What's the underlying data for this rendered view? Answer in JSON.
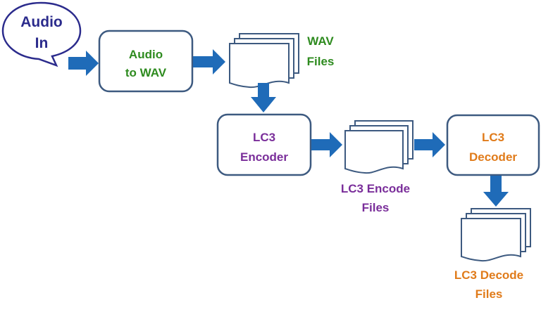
{
  "diagram": {
    "type": "flowchart",
    "colors": {
      "arrow": "#1f6bb8",
      "border": "#3d5a80",
      "bubble_border": "#2b2b8c",
      "audio_in_text": "#2b2b8c",
      "wav_text": "#2e8b1f",
      "encode_text": "#7a2e9a",
      "decode_text": "#e07b1a"
    },
    "nodes": {
      "audio_in": {
        "line1": "Audio",
        "line2": "In",
        "shape": "speech-bubble"
      },
      "audio_to_wav": {
        "line1": "Audio",
        "line2": "to WAV",
        "shape": "rounded-box"
      },
      "wav_files": {
        "line1": "WAV",
        "line2": "Files",
        "shape": "document-stack"
      },
      "lc3_encoder": {
        "line1": "LC3",
        "line2": "Encoder",
        "shape": "rounded-box"
      },
      "lc3_encode_files": {
        "line1": "LC3 Encode",
        "line2": "Files",
        "shape": "document-stack"
      },
      "lc3_decoder": {
        "line1": "LC3",
        "line2": "Decoder",
        "shape": "rounded-box"
      },
      "lc3_decode_files": {
        "line1": "LC3 Decode",
        "line2": "Files",
        "shape": "document-stack"
      }
    },
    "edges": [
      {
        "from": "Audio In",
        "to": "Audio to WAV"
      },
      {
        "from": "Audio to WAV",
        "to": "WAV Files"
      },
      {
        "from": "WAV Files",
        "to": "LC3 Encoder"
      },
      {
        "from": "LC3 Encoder",
        "to": "LC3 Encode Files"
      },
      {
        "from": "LC3 Encode Files",
        "to": "LC3 Decoder"
      },
      {
        "from": "LC3 Decoder",
        "to": "LC3 Decode Files"
      }
    ]
  }
}
